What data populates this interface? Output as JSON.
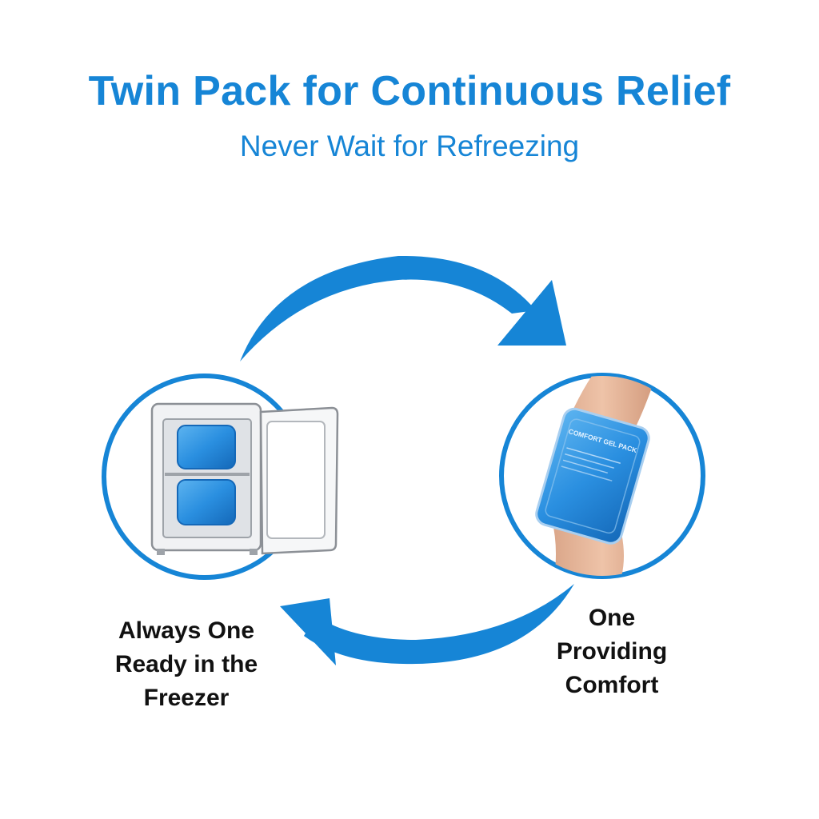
{
  "header": {
    "title": "Twin Pack for Continuous Relief",
    "subtitle": "Never Wait for Refreezing"
  },
  "captions": {
    "freezer": [
      "Always One",
      "Ready in the",
      "Freezer"
    ],
    "in_use": [
      "One",
      "Providing",
      "Comfort"
    ]
  },
  "pack_label": "COMFORT GEL PACK",
  "colors": {
    "accent": "#1685d6",
    "text": "#111111",
    "gel": "#2a8fe0"
  },
  "icons": {
    "top_arrow": "arrow-right-arc",
    "bottom_arrow": "arrow-left-arc",
    "left_circle": "freezer-illustration",
    "right_circle": "knee-gel-pack-illustration"
  }
}
